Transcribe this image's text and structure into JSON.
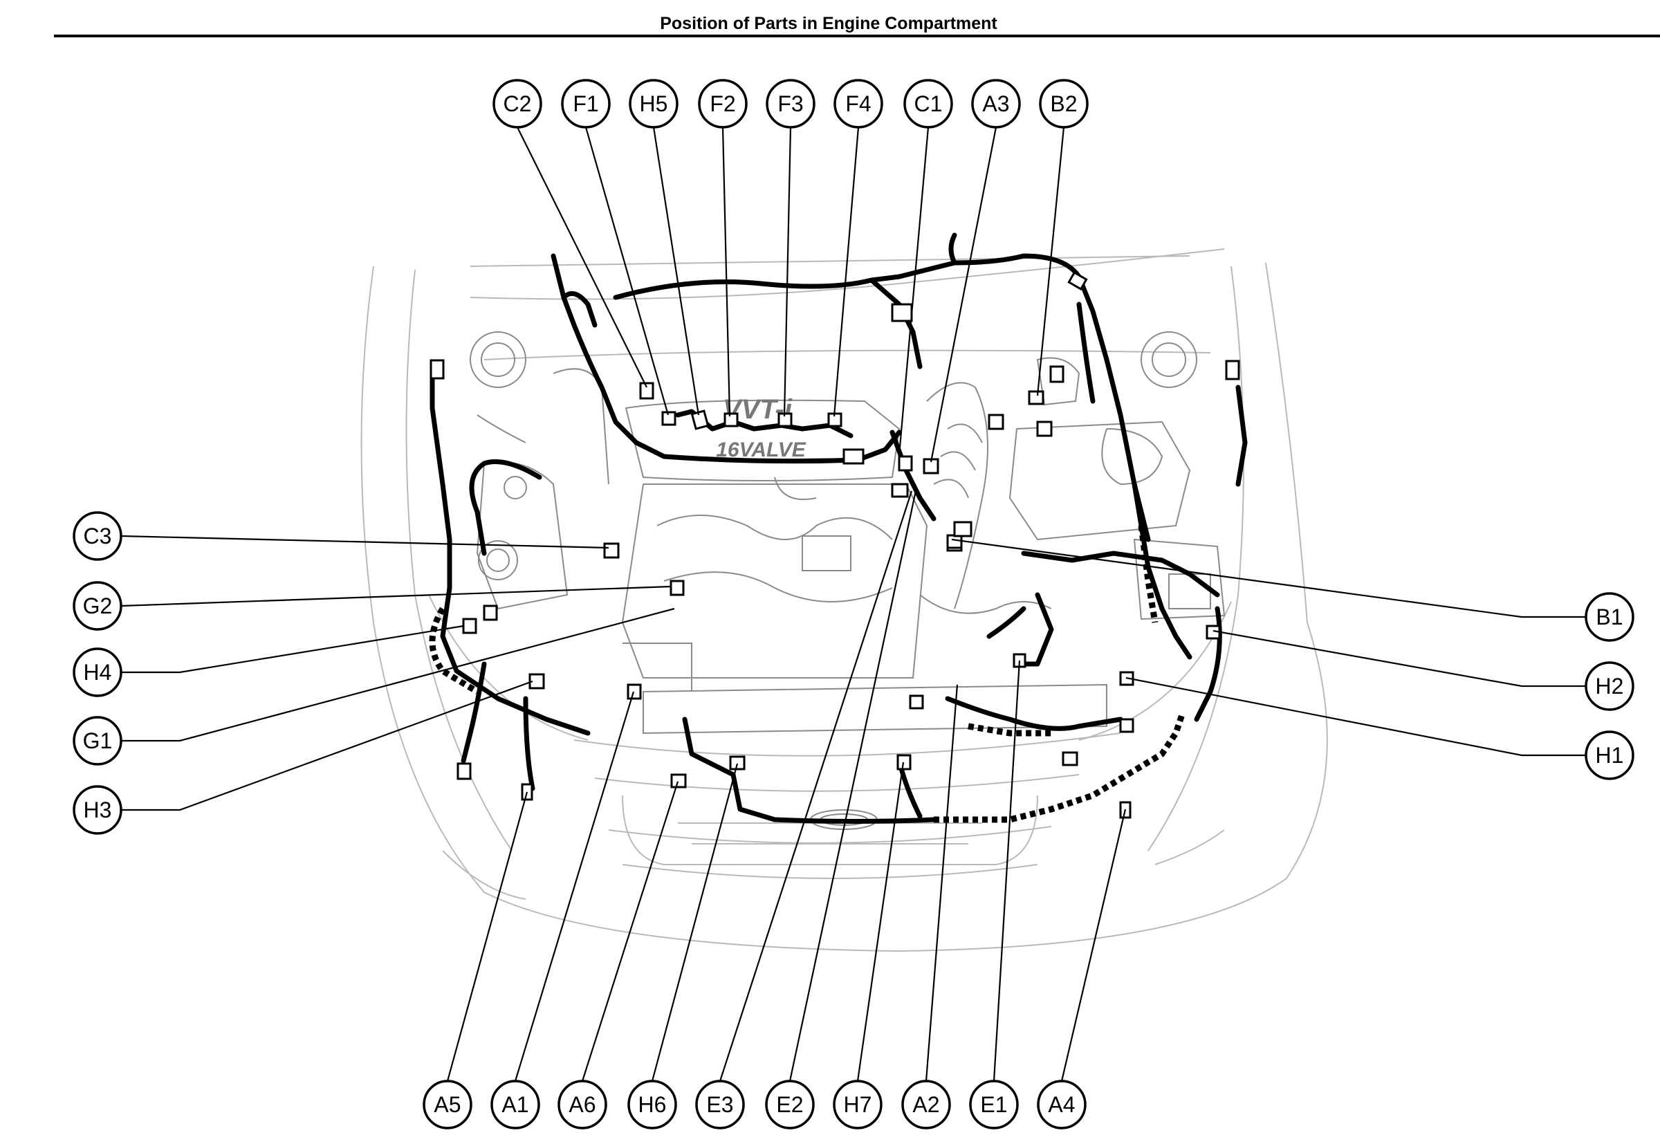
{
  "title": "Position of Parts in Engine Compartment",
  "engine_cover_marks": {
    "line1": "VVT-i",
    "line2": "16VALVE"
  },
  "callouts": [
    {
      "id": "c2",
      "label": "C2"
    },
    {
      "id": "f1",
      "label": "F1"
    },
    {
      "id": "h5",
      "label": "H5"
    },
    {
      "id": "f2",
      "label": "F2"
    },
    {
      "id": "f3",
      "label": "F3"
    },
    {
      "id": "f4",
      "label": "F4"
    },
    {
      "id": "c1",
      "label": "C1"
    },
    {
      "id": "a3",
      "label": "A3"
    },
    {
      "id": "b2",
      "label": "B2"
    },
    {
      "id": "c3",
      "label": "C3"
    },
    {
      "id": "g2",
      "label": "G2"
    },
    {
      "id": "h4",
      "label": "H4"
    },
    {
      "id": "g1",
      "label": "G1"
    },
    {
      "id": "h3",
      "label": "H3"
    },
    {
      "id": "b1",
      "label": "B1"
    },
    {
      "id": "h2",
      "label": "H2"
    },
    {
      "id": "h1",
      "label": "H1"
    },
    {
      "id": "a5",
      "label": "A5"
    },
    {
      "id": "a1",
      "label": "A1"
    },
    {
      "id": "a6",
      "label": "A6"
    },
    {
      "id": "h6",
      "label": "H6"
    },
    {
      "id": "e3",
      "label": "E3"
    },
    {
      "id": "e2",
      "label": "E2"
    },
    {
      "id": "h7",
      "label": "H7"
    },
    {
      "id": "a2",
      "label": "A2"
    },
    {
      "id": "e1",
      "label": "E1"
    },
    {
      "id": "a4",
      "label": "A4"
    }
  ]
}
